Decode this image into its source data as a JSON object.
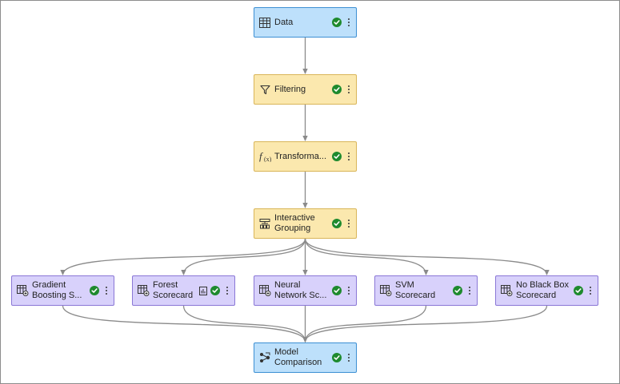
{
  "pipeline": {
    "nodes": [
      {
        "id": "data",
        "label_lines": [
          "Data"
        ],
        "color": "blue",
        "icon": "table-icon",
        "status": "completed-check-icon"
      },
      {
        "id": "filtering",
        "label_lines": [
          "Filtering"
        ],
        "color": "yellow",
        "icon": "filter-icon",
        "status": "completed-check-icon"
      },
      {
        "id": "transformations",
        "label_lines": [
          "Transforma..."
        ],
        "color": "yellow",
        "icon": "function-icon",
        "status": "completed-check-icon"
      },
      {
        "id": "interactive-grouping",
        "label_lines": [
          "Interactive",
          "Grouping"
        ],
        "color": "yellow",
        "icon": "grouping-icon",
        "status": "completed-check-icon"
      },
      {
        "id": "gradient-boosting",
        "label_lines": [
          "Gradient",
          "Boosting S..."
        ],
        "color": "purple",
        "icon": "model-icon",
        "status": "completed-check-icon"
      },
      {
        "id": "forest-scorecard",
        "label_lines": [
          "Forest",
          "Scorecard"
        ],
        "color": "purple",
        "icon": "model-icon",
        "status": "completed-check-icon",
        "extra_icon": "champion-icon"
      },
      {
        "id": "neural-network",
        "label_lines": [
          "Neural",
          "Network Sc..."
        ],
        "color": "purple",
        "icon": "model-icon",
        "status": "completed-check-icon"
      },
      {
        "id": "svm-scorecard",
        "label_lines": [
          "SVM",
          "Scorecard"
        ],
        "color": "purple",
        "icon": "model-icon",
        "status": "completed-check-icon"
      },
      {
        "id": "no-black-box",
        "label_lines": [
          "No Black Box",
          "Scorecard"
        ],
        "color": "purple",
        "icon": "model-icon",
        "status": "completed-check-icon"
      },
      {
        "id": "model-comparison",
        "label_lines": [
          "Model",
          "Comparison"
        ],
        "color": "blue",
        "icon": "comparison-icon",
        "status": "completed-check-icon"
      }
    ],
    "edges": [
      [
        "data",
        "filtering"
      ],
      [
        "filtering",
        "transformations"
      ],
      [
        "transformations",
        "interactive-grouping"
      ],
      [
        "interactive-grouping",
        "gradient-boosting"
      ],
      [
        "interactive-grouping",
        "forest-scorecard"
      ],
      [
        "interactive-grouping",
        "neural-network"
      ],
      [
        "interactive-grouping",
        "svm-scorecard"
      ],
      [
        "interactive-grouping",
        "no-black-box"
      ],
      [
        "gradient-boosting",
        "model-comparison"
      ],
      [
        "forest-scorecard",
        "model-comparison"
      ],
      [
        "neural-network",
        "model-comparison"
      ],
      [
        "svm-scorecard",
        "model-comparison"
      ],
      [
        "no-black-box",
        "model-comparison"
      ]
    ],
    "colors": {
      "blue": "#bde0fb",
      "yellow": "#fbe8ae",
      "purple": "#d8d1fb",
      "status": "#1e8a2e",
      "edge": "#8a8a8a"
    }
  }
}
